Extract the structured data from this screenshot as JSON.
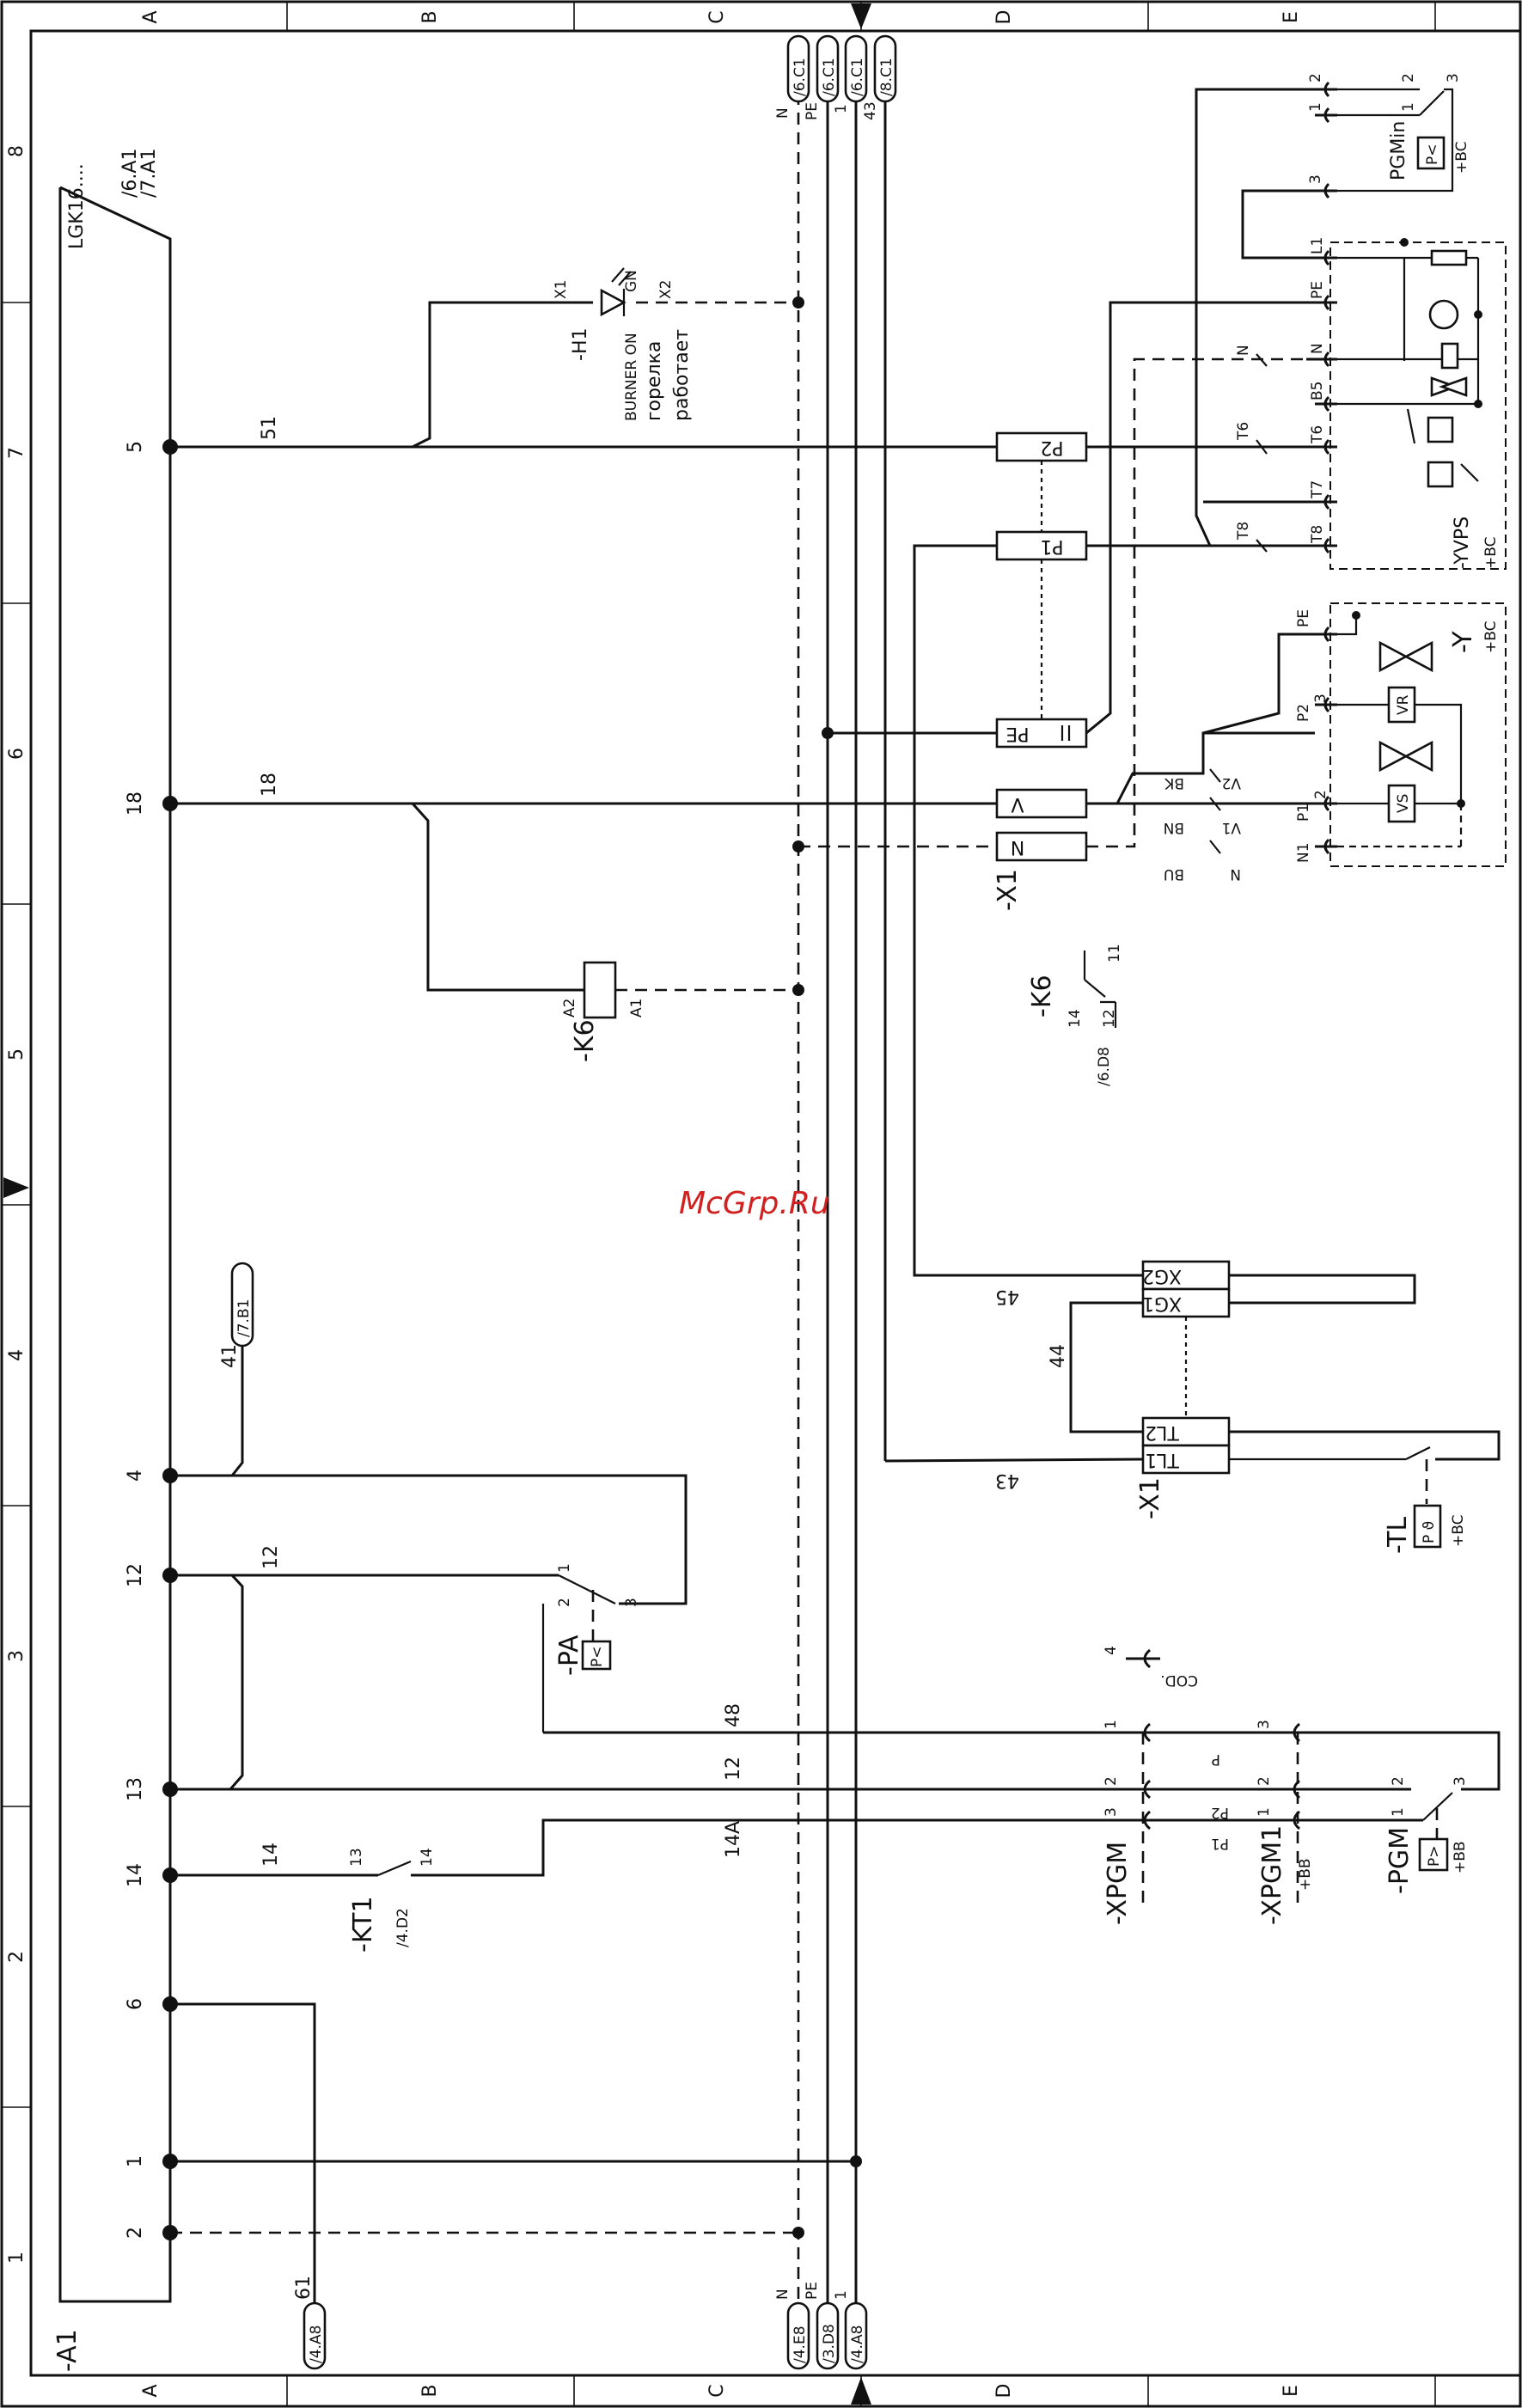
{
  "frame": {
    "columns": [
      "A",
      "B",
      "C",
      "D",
      "E"
    ],
    "rows": [
      "1",
      "2",
      "3",
      "4",
      "5",
      "6",
      "7",
      "8"
    ]
  },
  "watermark": "McGrp.Ru",
  "controller": {
    "tag": "-A1",
    "model": "LGK16....",
    "ref": "/6.A1\n/7.A1",
    "terminals": [
      "5",
      "18",
      "4",
      "12",
      "13",
      "14",
      "6",
      "1",
      "2"
    ]
  },
  "wires": {
    "w51": "51",
    "w18": "18",
    "w41": "41",
    "w12a": "12",
    "w48": "48",
    "w12b": "12",
    "w14a": "14A",
    "w14": "14",
    "w61": "61",
    "w45": "45",
    "w44": "44",
    "w43": "43"
  },
  "cross_refs_top": [
    "/6.C1",
    "/6.C1",
    "/6.C1",
    "/8.C1"
  ],
  "cross_refs_top_labels": [
    "N",
    "PE",
    "1",
    "43"
  ],
  "cross_refs_bottom": [
    "/4.E8",
    "/3.D8",
    "/4.A8"
  ],
  "cross_refs_bottom_labels": [
    "N",
    "PE",
    "1"
  ],
  "ref_41": "/7.B1",
  "ref_61": "/4.A8",
  "lamp": {
    "tag": "-H1",
    "x1": "X1",
    "x2": "X2",
    "color": "GN",
    "text1": "BURNER ON",
    "text2": "горелка",
    "text3": "работает"
  },
  "relay_k6": {
    "tag": "-K6",
    "a1": "A1",
    "a2": "A2"
  },
  "contact_k6": {
    "tag": "-K6",
    "n11": "11",
    "n14": "14",
    "n12": "12",
    "ref": "/6.D8"
  },
  "pressure_pa": {
    "tag": "-PA",
    "n1": "1",
    "n2": "2",
    "n3": "3",
    "sym": "P<"
  },
  "timer_kt1": {
    "tag": "-KT1",
    "n13": "13",
    "n14": "14",
    "ref": "/4.D2"
  },
  "x1_terminals": {
    "tag": "-X1",
    "p2": "P2",
    "p1": "P1",
    "pe": "PE",
    "v": "V",
    "n": "N"
  },
  "x1_lower": {
    "tag": "-X1",
    "xg2": "XG2",
    "xg1": "XG1",
    "tl2": "TL2",
    "tl1": "TL1"
  },
  "xpgm": {
    "tag": "-XPGM",
    "pins": [
      "4",
      "1",
      "2",
      "3"
    ],
    "cod": "COD."
  },
  "xpgm1": {
    "tag": "-XPGM1",
    "sub": "+BB",
    "pins": [
      "3",
      "2",
      "1"
    ],
    "labels": [
      "P",
      "P2",
      "P1"
    ]
  },
  "pgm": {
    "tag": "-PGM",
    "sub": "+BB",
    "pins": [
      "1",
      "2",
      "3"
    ],
    "sym": "P>"
  },
  "tl": {
    "tag": "-TL",
    "sub": "+BC",
    "sym": "P ϑ"
  },
  "valve_y": {
    "tag": "-Y",
    "sub": "+BC",
    "pe": "PE",
    "p2": "P2",
    "p1": "P1",
    "n1": "N1",
    "pin3": "3",
    "pin2": "2",
    "vr": "VR",
    "vs": "VS",
    "bk": "BK",
    "bn": "BN",
    "bu": "BU",
    "v2": "V2",
    "v1": "V1",
    "n": "N"
  },
  "yvps": {
    "tag": "-YVPS",
    "sub": "+BC",
    "pins": [
      "L1",
      "PE",
      "N",
      "B5",
      "T6",
      "T7",
      "T8"
    ],
    "wire_n": "N",
    "wire_t6": "T6",
    "wire_t8": "T8"
  },
  "pgmin": {
    "tag": "PGMin",
    "sub": "+BC",
    "sym": "P<",
    "pins": [
      "2",
      "1",
      "3"
    ],
    "contacts": [
      "1",
      "2",
      "3"
    ]
  }
}
